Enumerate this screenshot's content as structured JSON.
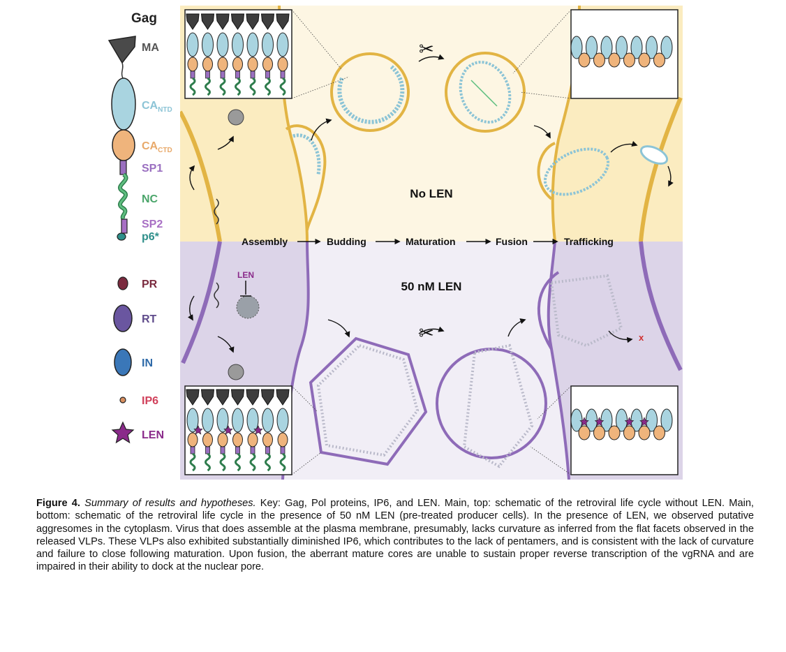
{
  "key": {
    "title": "Gag",
    "gag_domains": [
      {
        "main": "MA",
        "sub": "",
        "color": "#555555"
      },
      {
        "main": "CA",
        "sub": "NTD",
        "color": "#8cc4d6"
      },
      {
        "main": "CA",
        "sub": "CTD",
        "color": "#e8a96a"
      },
      {
        "main": "SP1",
        "sub": "",
        "color": "#9a6fc0"
      },
      {
        "main": "NC",
        "sub": "",
        "color": "#4aa56a"
      },
      {
        "main": "SP2",
        "sub": "",
        "color": "#a86fc4"
      },
      {
        "main": "p6*",
        "sub": "",
        "color": "#2e8f8a"
      }
    ],
    "other": [
      {
        "label": "PR",
        "color": "#7a2a3e"
      },
      {
        "label": "RT",
        "color": "#5f4b8b"
      },
      {
        "label": "IN",
        "color": "#2e6aa8"
      },
      {
        "label": "IP6",
        "color": "#d0405a"
      },
      {
        "label": "LEN",
        "color": "#8a2a8a"
      }
    ]
  },
  "main": {
    "condition_top": "No LEN",
    "condition_bottom": "50 nM LEN",
    "drug_label": "LEN",
    "red_x": "x",
    "stages": [
      "Assembly",
      "Budding",
      "Maturation",
      "Fusion",
      "Trafficking"
    ],
    "colors": {
      "top_bg": "#fbecc0",
      "top_bg_light": "#fdf6e3",
      "bottom_bg": "#dcd4e8",
      "bottom_bg_light": "#f1eef6",
      "membrane_top": "#e2b444",
      "membrane_bottom": "#8e6bb8"
    }
  },
  "caption": {
    "label": "Figure 4.",
    "title": "Summary of results and hypotheses.",
    "body": " Key: Gag, Pol proteins, IP6, and LEN. Main, top: schematic of the retroviral life cycle without LEN. Main, bottom: schematic of the retroviral life cycle in the presence of 50 nM LEN (pre-treated producer cells). In the presence of LEN, we observed putative aggresomes in the cytoplasm. Virus that does assemble at the plasma membrane, presumably, lacks curvature as inferred from the flat facets observed in the released VLPs. These VLPs also exhibited substantially diminished IP6, which contributes to the lack of pentamers, and is consistent with the lack of curvature and failure to close following maturation. Upon fusion, the aberrant mature cores are unable to sustain proper reverse transcription of the vgRNA and are impaired in their ability to dock at the nuclear pore."
  }
}
